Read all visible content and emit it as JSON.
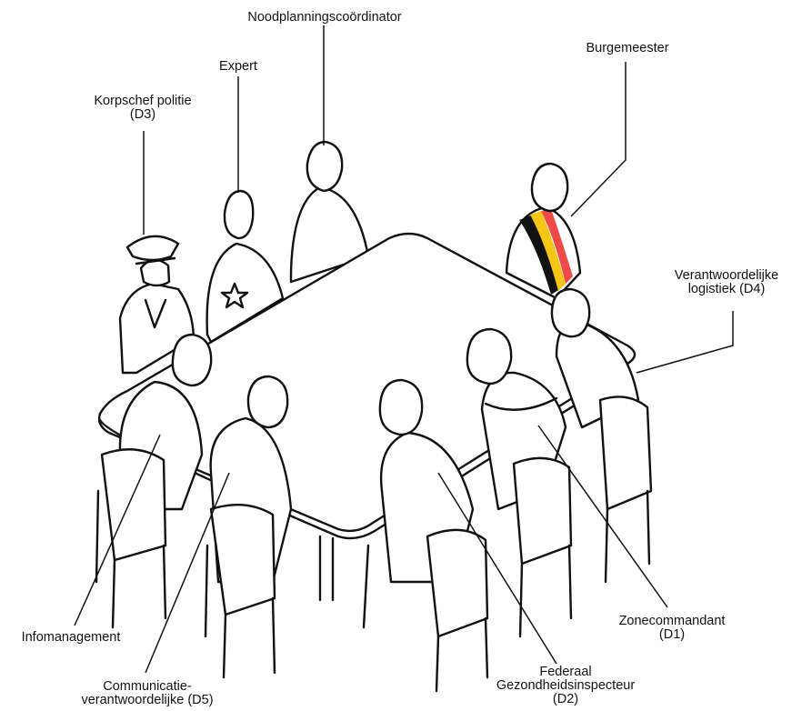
{
  "labels": {
    "noodplanning": "Noodplanningscoördinator",
    "burgemeester": "Burgemeester",
    "expert": "Expert",
    "korpschef_line1": "Korpschef politie",
    "korpschef_line2": "(D3)",
    "logistiek_line1": "Verantwoordelijke",
    "logistiek_line2": "logistiek (D4)",
    "infomanagement": "Infomanagement",
    "zonecommandant_line1": "Zonecommandant",
    "zonecommandant_line2": "(D1)",
    "federaal_line1": "Federaal",
    "federaal_line2": "Gezondheidsinspecteur",
    "federaal_line3": "(D2)",
    "communicatie_line1": "Communicatie-",
    "communicatie_line2": "verantwoordelijke (D5)"
  },
  "colors": {
    "ink": "#111111",
    "sash_black": "#111111",
    "sash_yellow": "#f5c518",
    "sash_red": "#ef4a4a"
  }
}
